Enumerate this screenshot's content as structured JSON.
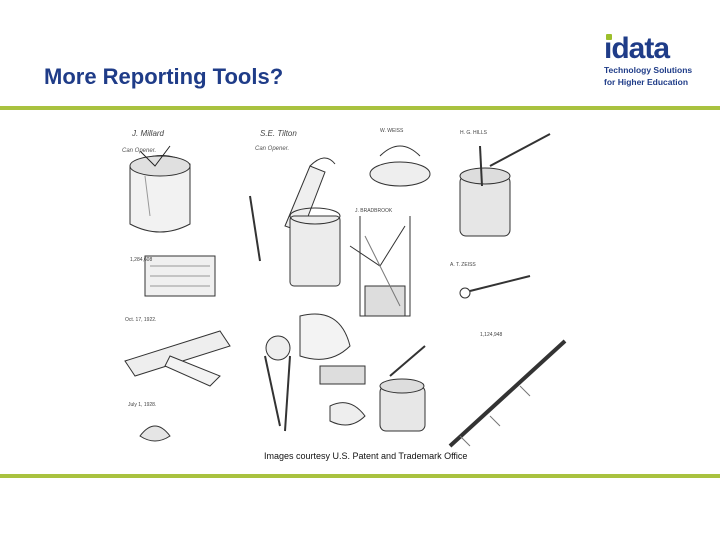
{
  "slide": {
    "title": "More Reporting Tools?",
    "caption": "Images courtesy U.S. Patent and Trademark Office"
  },
  "logo": {
    "wordmark": "idata",
    "tagline_line1": "Technology Solutions",
    "tagline_line2": "for Higher Education"
  },
  "colors": {
    "title": "#1f3c88",
    "accent_rule": "#a9c23f",
    "logo_dot": "#9cbf2b"
  },
  "collage": {
    "description_icon": "patent-drawings-collage"
  }
}
